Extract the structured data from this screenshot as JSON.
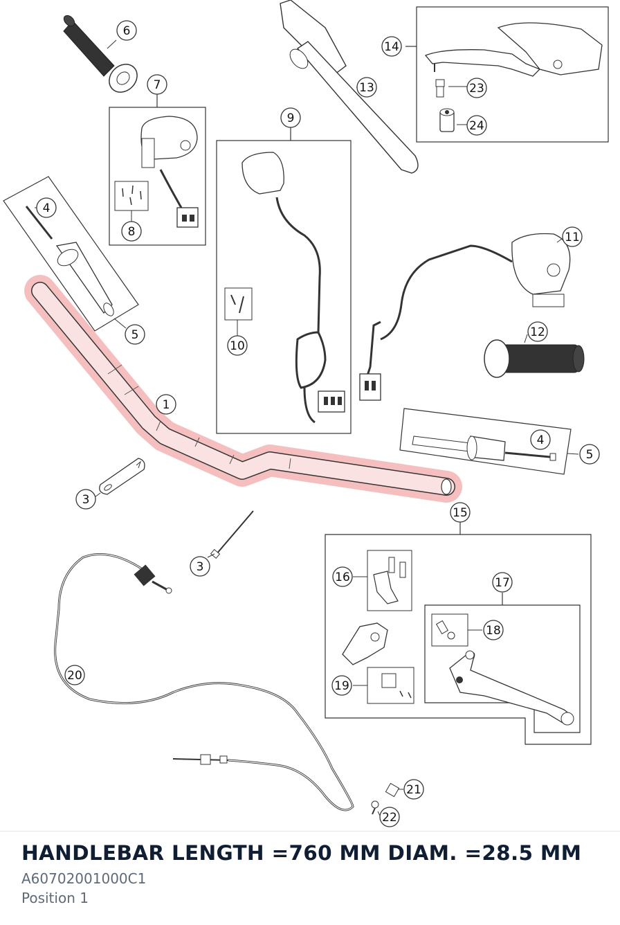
{
  "footer": {
    "title": "HANDLEBAR LENGTH =760 MM DIAM. =28.5 MM",
    "part_number": "A60702001000C1",
    "position": "Position 1"
  },
  "callouts": [
    "1",
    "3",
    "3",
    "4",
    "4",
    "5",
    "5",
    "6",
    "7",
    "8",
    "9",
    "10",
    "11",
    "12",
    "13",
    "14",
    "15",
    "16",
    "17",
    "18",
    "19",
    "20",
    "21",
    "22",
    "23",
    "24"
  ],
  "highlight": {
    "part": "1",
    "color": "#f0a0a0"
  }
}
